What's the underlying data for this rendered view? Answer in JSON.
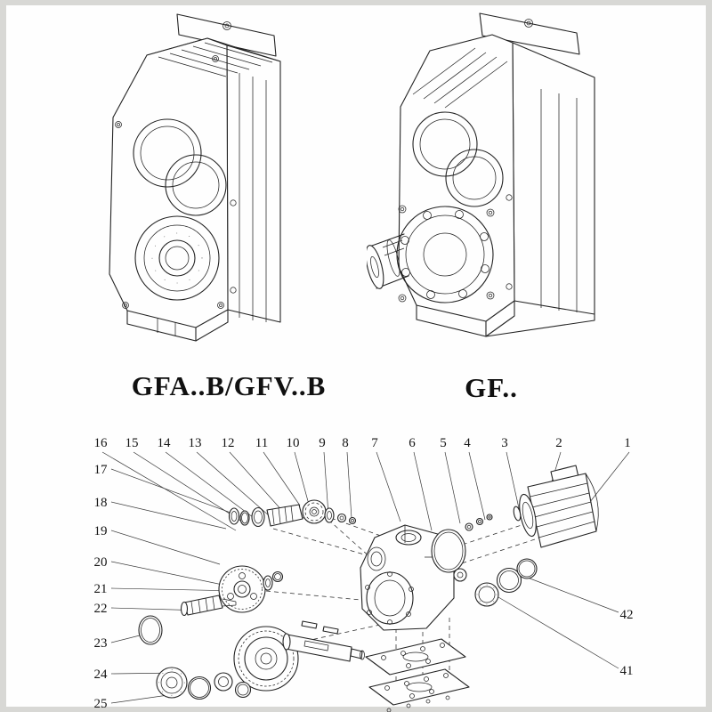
{
  "page": {
    "paper_color": "#fefefe",
    "frame_color": "#d8d8d5",
    "ink_color": "#232323"
  },
  "models": [
    {
      "label": "GFA..B/GFV..B"
    },
    {
      "label": "GF.."
    }
  ],
  "exploded_view": {
    "callouts_top": [
      "16",
      "15",
      "14",
      "13",
      "12",
      "11",
      "10",
      "9",
      "8",
      "7",
      "6",
      "5",
      "4",
      "3",
      "2",
      "1"
    ],
    "callouts_left": [
      "17",
      "18",
      "19",
      "20",
      "21",
      "22",
      "23",
      "24",
      "25"
    ],
    "callouts_right": [
      "42",
      "41"
    ]
  }
}
